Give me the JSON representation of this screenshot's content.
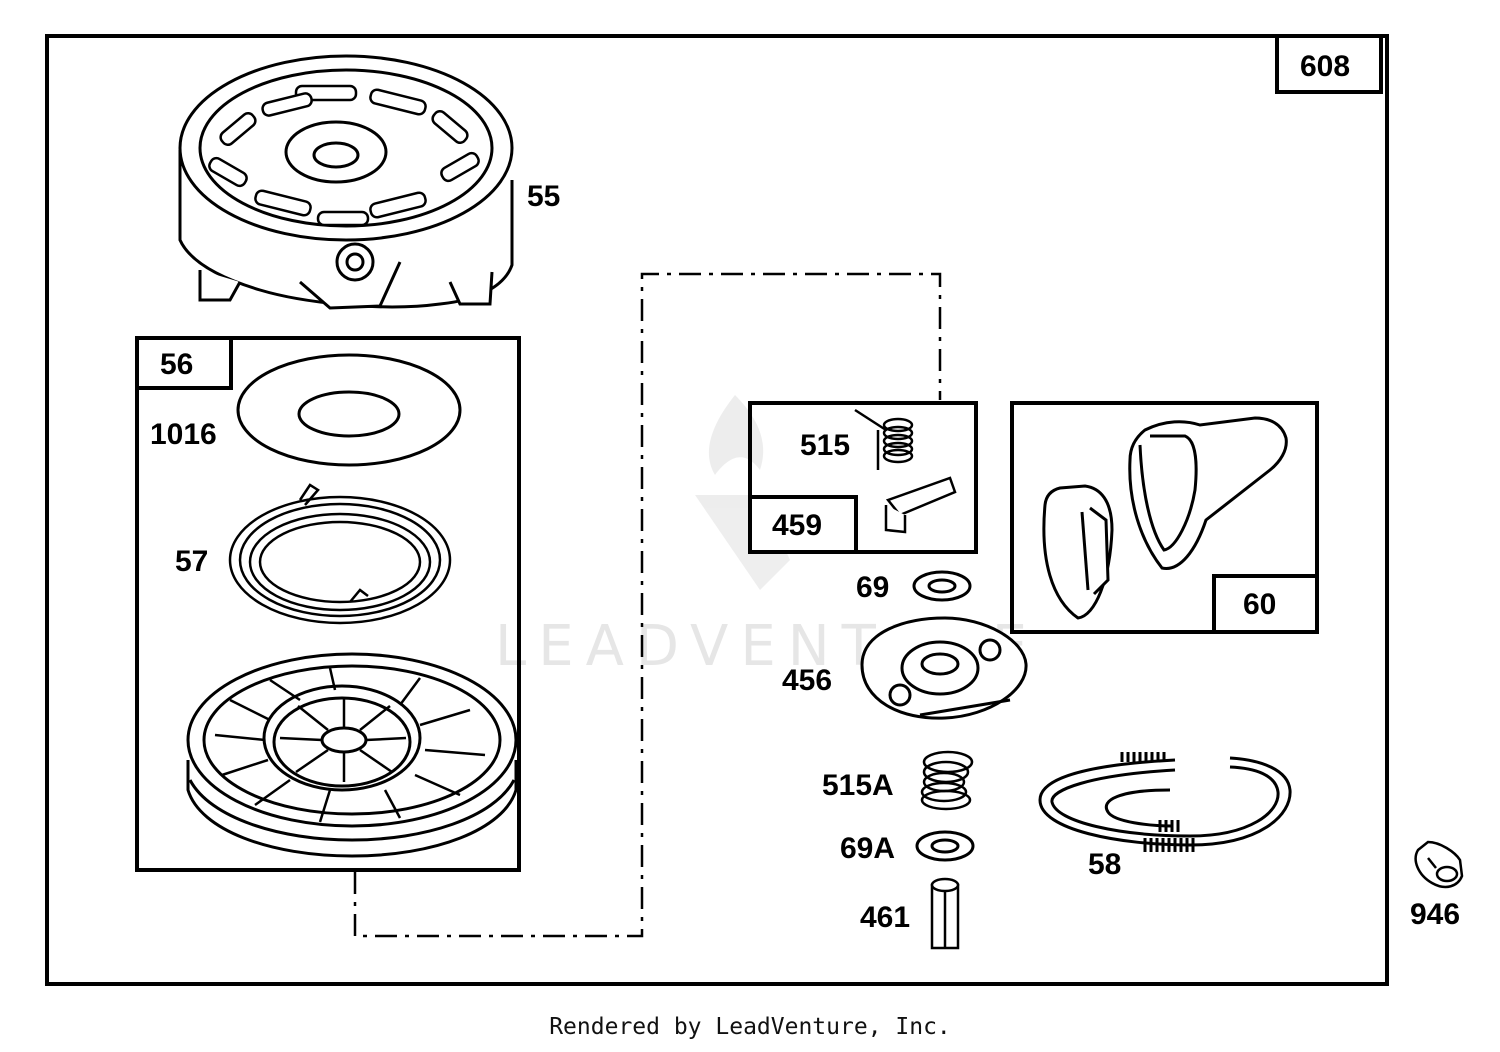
{
  "diagram": {
    "assembly_number": "608",
    "parts": {
      "housing": "55",
      "pulley_kit": "56",
      "washer_1016": "1016",
      "spring_57": "57",
      "ratchet_spring": "515",
      "dog_kit": "459",
      "washer_69": "69",
      "retainer": "456",
      "spring_515a": "515A",
      "washer_69a": "69A",
      "pin": "461",
      "handle": "60",
      "rope": "58",
      "clip": "946"
    },
    "watermark": "LEADVENTURE"
  },
  "footer": {
    "text": "Rendered by LeadVenture, Inc."
  }
}
